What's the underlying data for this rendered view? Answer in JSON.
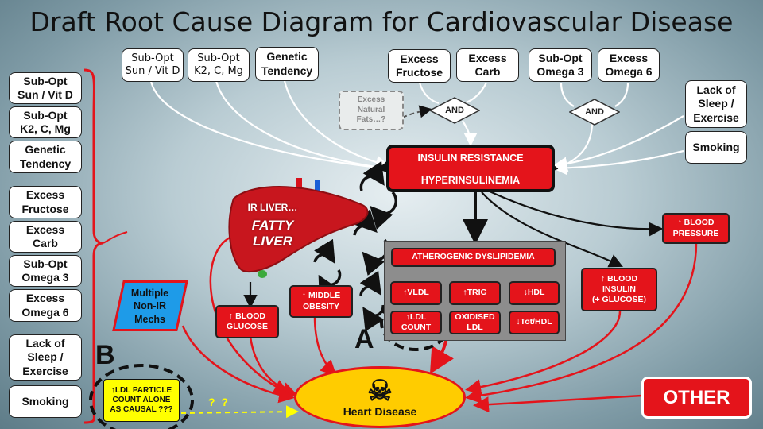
{
  "title": "Draft Root Cause Diagram for Cardiovascular Disease",
  "left_column": [
    "Sub-Opt\nSun / Vit D",
    "Sub-Opt\nK2, C, Mg",
    "Genetic\nTendency",
    "Excess\nFructose",
    "Excess\nCarb",
    "Sub-Opt\nOmega 3",
    "Excess\nOmega 6",
    "Lack of\nSleep /\nExercise",
    "Smoking"
  ],
  "top_row": {
    "sun_vitd": "Sub-Opt\nSun / Vit D",
    "k2_c_mg": "Sub-Opt\nK2, C, Mg",
    "genetic": "Genetic\nTendency",
    "fructose": "Excess\nFructose",
    "carb": "Excess\nCarb",
    "omega3": "Sub-Opt\nOmega 3",
    "omega6": "Excess\nOmega 6",
    "sleep": "Lack of\nSleep /\nExercise",
    "smoking": "Smoking"
  },
  "excess_natural_fats": "Excess\nNatural\nFats…?",
  "and_label": "AND",
  "insulin": {
    "line1": "INSULIN RESISTANCE",
    "line2": "HYPERINSULINEMIA"
  },
  "liver": {
    "ir_label": "IR LIVER…",
    "fatty_label": "FATTY\nLIVER"
  },
  "red_boxes": {
    "blood_glucose": "↑ BLOOD\nGLUCOSE",
    "middle_obesity": "↑ MIDDLE\nOBESITY",
    "blood_pressure": "↑ BLOOD\nPRESSURE",
    "blood_insulin": "↑ BLOOD\nINSULIN\n(+ GLUCOSE)"
  },
  "dyslipidemia": {
    "header": "ATHEROGENIC DYSLIPIDEMIA",
    "vldl": "↑VLDL",
    "trig": "↑TRIG",
    "hdl": "↓HDL",
    "ldl_count": "↑LDL\nCOUNT",
    "oxidised_ldl": "OXIDISED\nLDL",
    "tot_hdl": "↓Tot/HDL"
  },
  "multiple_mechs": "Multiple\nNon-IR\nMechs",
  "label_a": "A",
  "label_b": "B",
  "ldl_alone": "↑LDL PARTICLE\nCOUNT ALONE\nAS CAUSAL ???",
  "question_marks": "?  ?",
  "heart_disease": "Heart Disease",
  "skull_glyph": "☠",
  "other": "OTHER",
  "colors": {
    "red": "#e4141b",
    "yellow": "#ffcc00",
    "blue": "#1e9be8",
    "ldl_yellow": "#ffff00"
  }
}
